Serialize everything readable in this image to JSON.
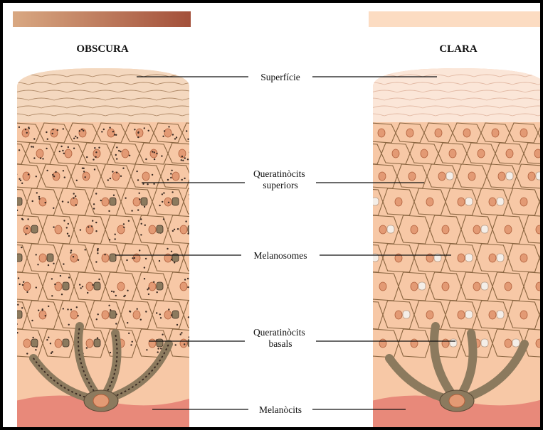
{
  "columns": {
    "dark": {
      "title": "OBSCURA",
      "gradient": [
        "#d9a882",
        "#a3503a"
      ]
    },
    "light": {
      "title": "CLARA",
      "gradient": [
        "#fcdcc2",
        "#fcdcc2"
      ]
    }
  },
  "labels": {
    "surface": {
      "lines": [
        "Superfície"
      ]
    },
    "upper_keratinocytes": {
      "lines": [
        "Queratinòcits",
        "superiors"
      ]
    },
    "melanosomes": {
      "lines": [
        "Melanosomes"
      ]
    },
    "basal_keratinocytes": {
      "lines": [
        "Queratinòcits",
        "basals"
      ]
    },
    "melanocytes": {
      "lines": [
        "Melanòcits"
      ]
    }
  },
  "colors": {
    "skin_cell": "#f7c8a6",
    "cell_border": "#8a6540",
    "nucleus": "#e39a74",
    "surface_layer": "#f4d8bf",
    "dermis": "#e8897a",
    "melanocyte": "#8c7a5e",
    "granule_dark": "#3a2a22",
    "melanosome_light": "#f4eee8"
  }
}
